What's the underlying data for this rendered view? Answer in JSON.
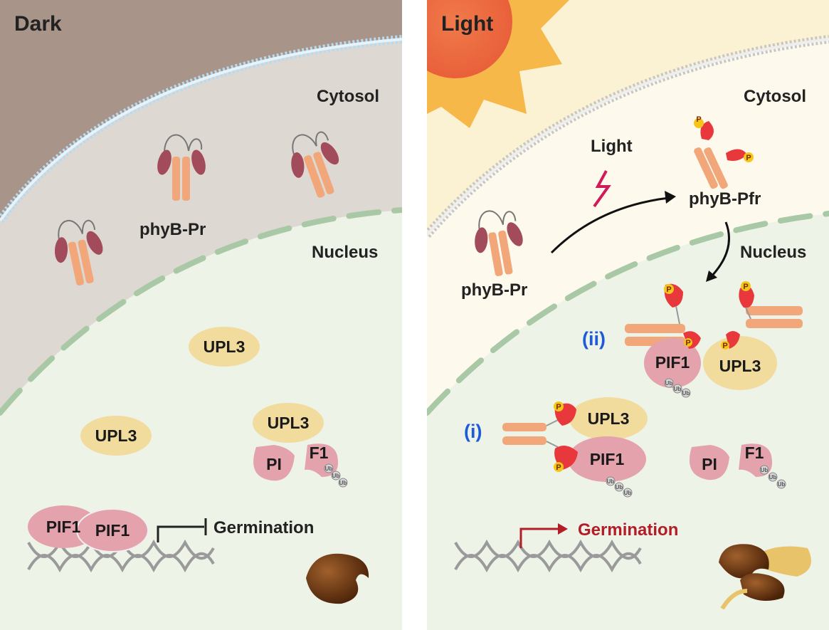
{
  "panels": {
    "dark": {
      "title": "Dark",
      "cytosol": "Cytosol",
      "nucleus": "Nucleus",
      "phyb": "phyB-Pr",
      "upl3": "UPL3",
      "pi": "PI",
      "f1": "F1",
      "pif1": "PIF1",
      "germination": "Germination",
      "ub": "Ub"
    },
    "light": {
      "title": "Light",
      "cytosol": "Cytosol",
      "nucleus": "Nucleus",
      "light_label": "Light",
      "phyb_pr": "phyB-Pr",
      "phyb_pfr": "phyB-Pfr",
      "upl3": "UPL3",
      "pif1": "PIF1",
      "pi": "PI",
      "f1": "F1",
      "germination": "Germination",
      "marker_i": "(i)",
      "marker_ii": "(ii)",
      "phospho": "P",
      "ub": "Ub"
    }
  },
  "colors": {
    "dark_outside": "#a89489",
    "dark_cytosol": "#ded8d2",
    "nucleus": "#eef3e8",
    "light_outside": "#fbf2d4",
    "light_cytosol": "#fdf9ec",
    "sun": "#f2a23a",
    "upl3": "#f1dc9e",
    "pif1": "#e3a2ac",
    "phyb_rod": "#f2a77a",
    "phyb_head_pr": "#a24b5a",
    "phyb_head_pfr": "#e8383b",
    "phospho": "#f5c518",
    "germination_arrow": "#b31d28",
    "marker": "#1e5bd8"
  }
}
